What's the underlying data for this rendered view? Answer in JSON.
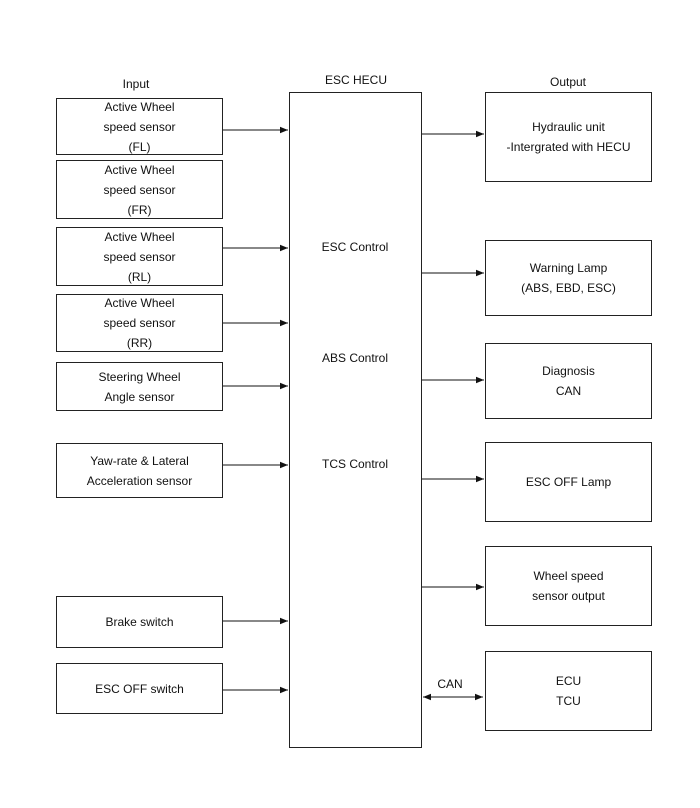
{
  "headers": {
    "input": "Input",
    "hecu": "ESC HECU",
    "output": "Output"
  },
  "inputs": [
    {
      "lines": [
        "Active Wheel",
        "speed sensor",
        "(FL)"
      ]
    },
    {
      "lines": [
        "Active Wheel",
        "speed sensor",
        "(FR)"
      ]
    },
    {
      "lines": [
        "Active Wheel",
        "speed sensor",
        "(RL)"
      ]
    },
    {
      "lines": [
        "Active Wheel",
        "speed sensor",
        "(RR)"
      ]
    },
    {
      "lines": [
        "Steering Wheel",
        "Angle sensor"
      ]
    },
    {
      "lines": [
        "Yaw-rate & Lateral",
        "Acceleration sensor"
      ]
    },
    {
      "lines": [
        "Brake switch"
      ]
    },
    {
      "lines": [
        "ESC OFF switch"
      ]
    }
  ],
  "hecu_controls": [
    "ESC Control",
    "ABS Control",
    "TCS Control"
  ],
  "outputs": [
    {
      "lines": [
        "Hydraulic unit",
        "-Intergrated with HECU"
      ]
    },
    {
      "lines": [
        "Warning Lamp",
        "(ABS, EBD, ESC)"
      ]
    },
    {
      "lines": [
        "Diagnosis",
        "CAN"
      ]
    },
    {
      "lines": [
        "ESC OFF Lamp"
      ]
    },
    {
      "lines": [
        "Wheel speed",
        "sensor output"
      ]
    },
    {
      "lines": [
        "ECU",
        "TCU"
      ]
    }
  ],
  "can_label": "CAN"
}
